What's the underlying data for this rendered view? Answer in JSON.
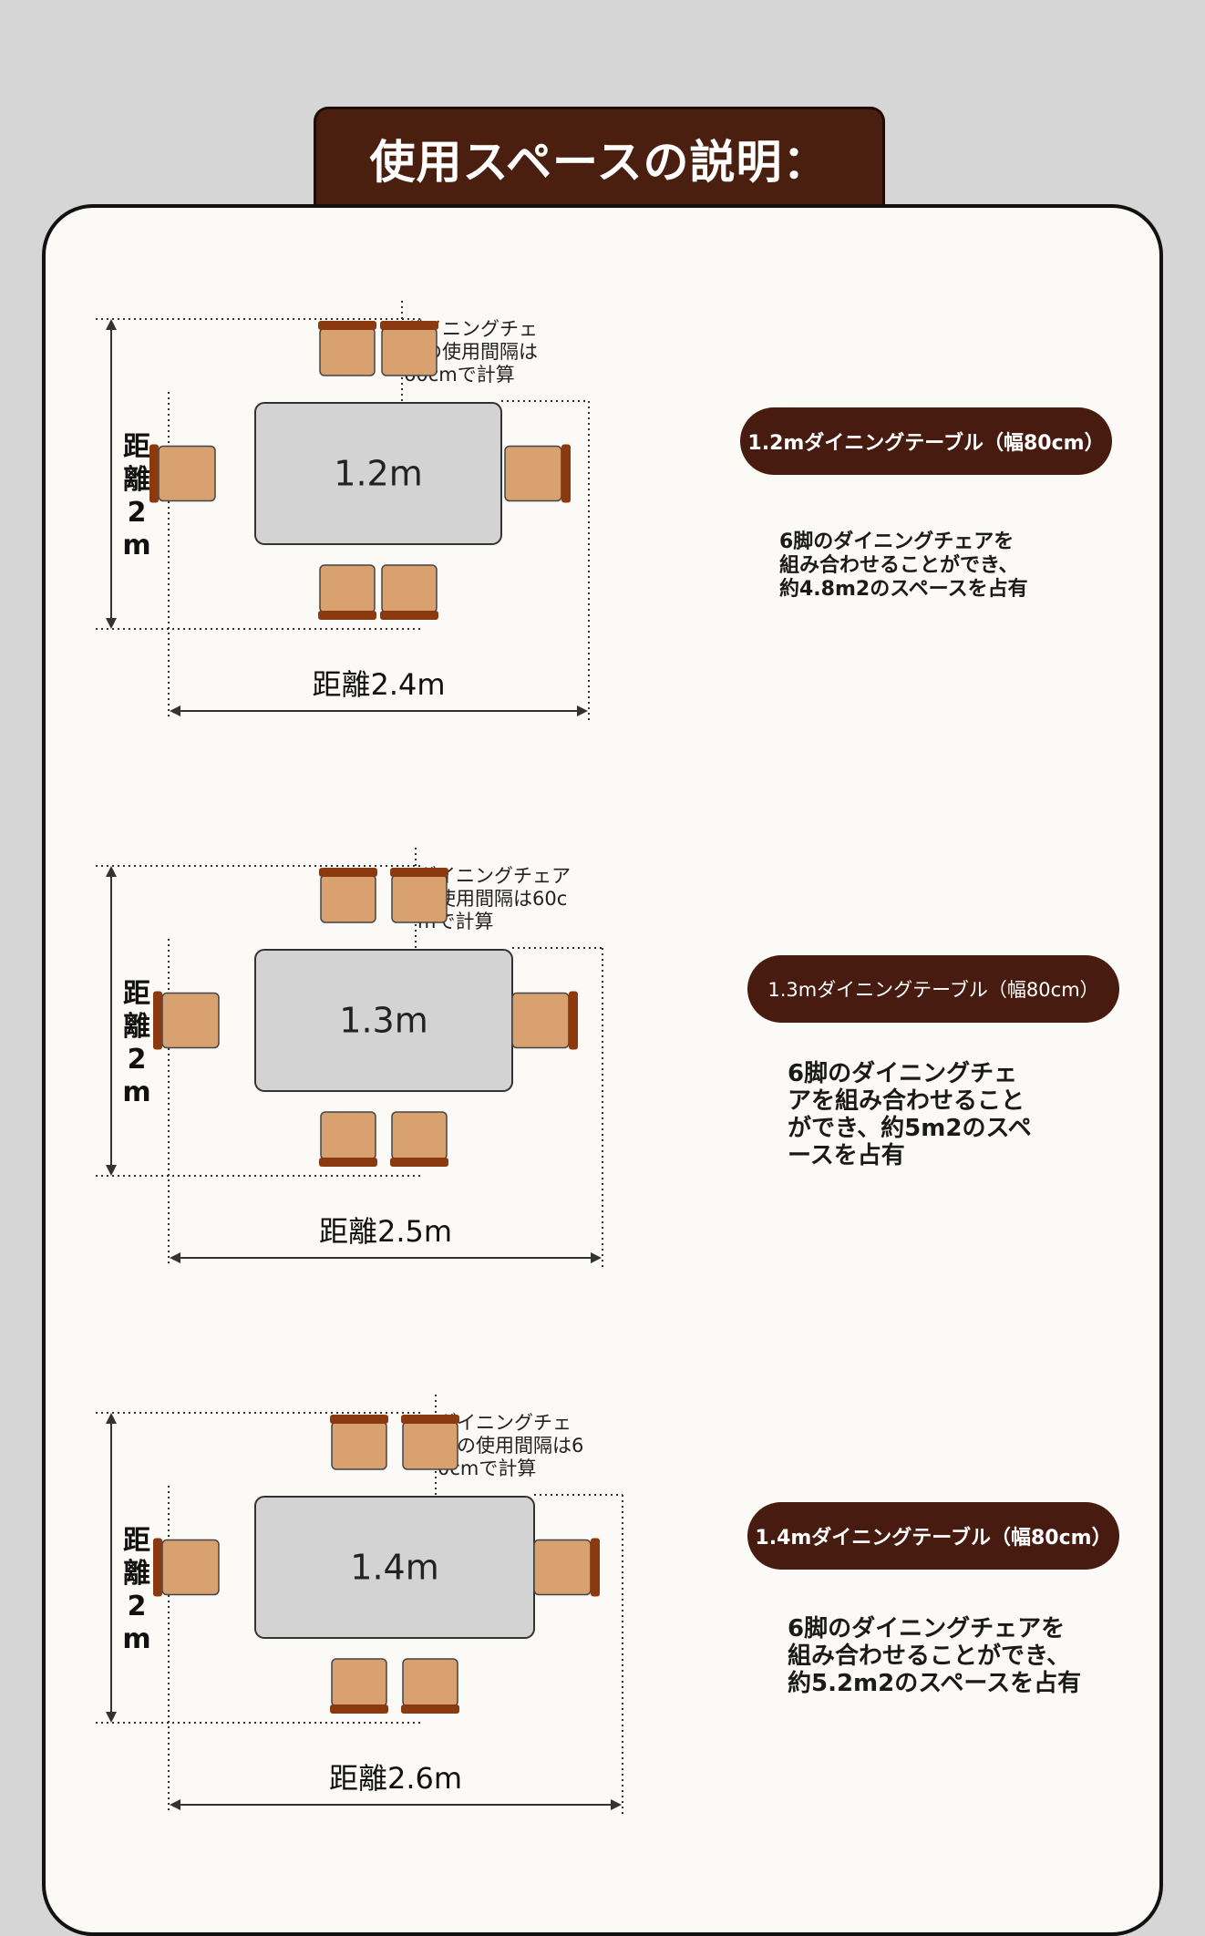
{
  "title": "使用スペースの説明：",
  "colors": {
    "brown_dark": "#471b0f",
    "chair_fill": "#d9a170",
    "chair_back": "#8b3a10",
    "table_fill": "#d3d3d3"
  },
  "sections": [
    {
      "table_label": "1.2m",
      "depth_label": "距離2m",
      "width_label": "距離2.4m",
      "note": "ダイニングチェ\nアの使用間隔は\n60cmで計算",
      "pill": "1.2mダイニングテーブル（幅80cm）",
      "description": "6脚のダイニングチェアを\n組み合わせることができ、\n約4.8m2のスペースを占有"
    },
    {
      "table_label": "1.3m",
      "depth_label": "距離2m",
      "width_label": "距離2.5m",
      "note": "ダイニングチェア\nの使用間隔は60c\nmで計算",
      "pill": "1.3mダイニングテーブル（幅80cm）",
      "description": "6脚のダイニングチェ\nアを組み合わせること\nができ、約5m2のスペ\nースを占有"
    },
    {
      "table_label": "1.4m",
      "depth_label": "距離2m",
      "width_label": "距離2.6m",
      "note": "ダイニングチェ\nアの使用間隔は6\n0cmで計算",
      "pill": "1.4mダイニングテーブル（幅80cm）",
      "description": "6脚のダイニングチェアを\n組み合わせることができ、\n約5.2m2のスペースを占有"
    }
  ]
}
